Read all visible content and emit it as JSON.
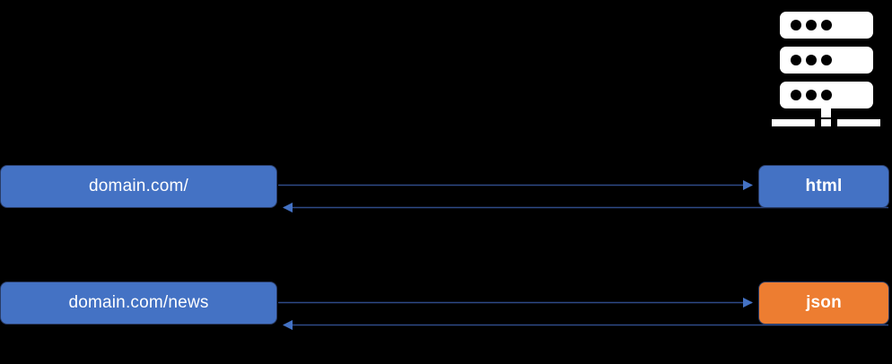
{
  "diagram": {
    "title": "domain request response flow",
    "background_color": "#000000",
    "colors": {
      "node_blue": "#4472c4",
      "node_orange": "#ed7d31",
      "node_border": "#2a3c66",
      "arrow": "#4472c4",
      "arrow_dark": "#2e4a87",
      "icon": "#ffffff",
      "text": "#ffffff"
    },
    "icons": {
      "server": "server-icon"
    },
    "nodes": [
      {
        "id": "home",
        "label": "domain.com/",
        "shape": "rounded-rect",
        "fill": "#4472c4",
        "text_color": "#ffffff",
        "bold": false
      },
      {
        "id": "html",
        "label": "html",
        "shape": "rounded-rect",
        "fill": "#4472c4",
        "text_color": "#ffffff",
        "bold": true
      },
      {
        "id": "news",
        "label": "domain.com/news",
        "shape": "rounded-rect",
        "fill": "#4472c4",
        "text_color": "#ffffff",
        "bold": false
      },
      {
        "id": "json",
        "label": "json",
        "shape": "rounded-rect",
        "fill": "#ed7d31",
        "text_color": "#ffffff",
        "bold": true
      }
    ],
    "edges": [
      {
        "id": "home-to-html",
        "from": "home",
        "to": "html",
        "label": "",
        "direction": "right"
      },
      {
        "id": "html-to-home",
        "from": "html",
        "to": "home",
        "label": "",
        "direction": "left"
      },
      {
        "id": "news-to-json",
        "from": "news",
        "to": "json",
        "label": "",
        "direction": "right"
      },
      {
        "id": "json-to-news",
        "from": "json",
        "to": "news",
        "label": "",
        "direction": "left"
      }
    ]
  }
}
